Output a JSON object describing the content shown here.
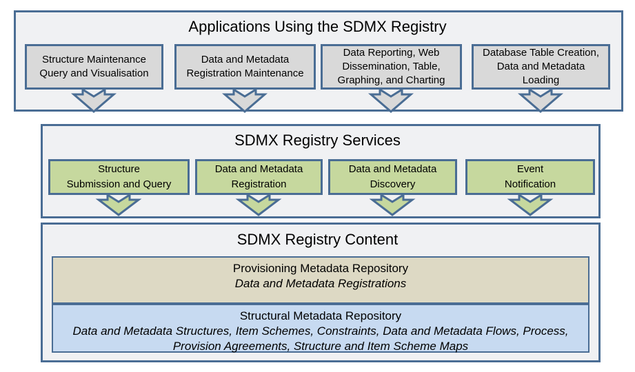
{
  "diagram": {
    "applications": {
      "title": "Applications Using the SDMX Registry",
      "boxes": [
        {
          "lines": [
            "Structure Maintenance",
            "Query and Visualisation"
          ]
        },
        {
          "lines": [
            "Data and Metadata",
            "Registration Maintenance"
          ]
        },
        {
          "lines": [
            "Data Reporting, Web",
            "Dissemination, Table,",
            "Graphing, and Charting"
          ]
        },
        {
          "lines": [
            "Database Table Creation,",
            "Data and Metadata",
            "Loading"
          ]
        }
      ]
    },
    "services": {
      "title": "SDMX Registry Services",
      "boxes": [
        {
          "lines": [
            "Structure",
            "Submission and Query"
          ]
        },
        {
          "lines": [
            "Data and Metadata",
            "Registration"
          ]
        },
        {
          "lines": [
            "Data and Metadata",
            "Discovery"
          ]
        },
        {
          "lines": [
            "Event",
            "Notification"
          ]
        }
      ]
    },
    "content": {
      "title": "SDMX Registry Content",
      "repositories": [
        {
          "name": "Provisioning Metadata Repository",
          "detail": "Data and Metadata Registrations"
        },
        {
          "name": "Structural Metadata Repository",
          "detail": "Data and Metadata Structures, Item Schemes, Constraints, Data and Metadata Flows, Process, Provision Agreements, Structure and Item Scheme Maps"
        }
      ]
    },
    "colors": {
      "border": "#4a6d94",
      "container_fill": "#f0f1f3",
      "app_box_fill": "#d9d9d9",
      "service_box_fill": "#c6d89e",
      "provisioning_fill": "#ddd9c4",
      "structural_fill": "#c7daf1",
      "text": "#000000"
    }
  }
}
